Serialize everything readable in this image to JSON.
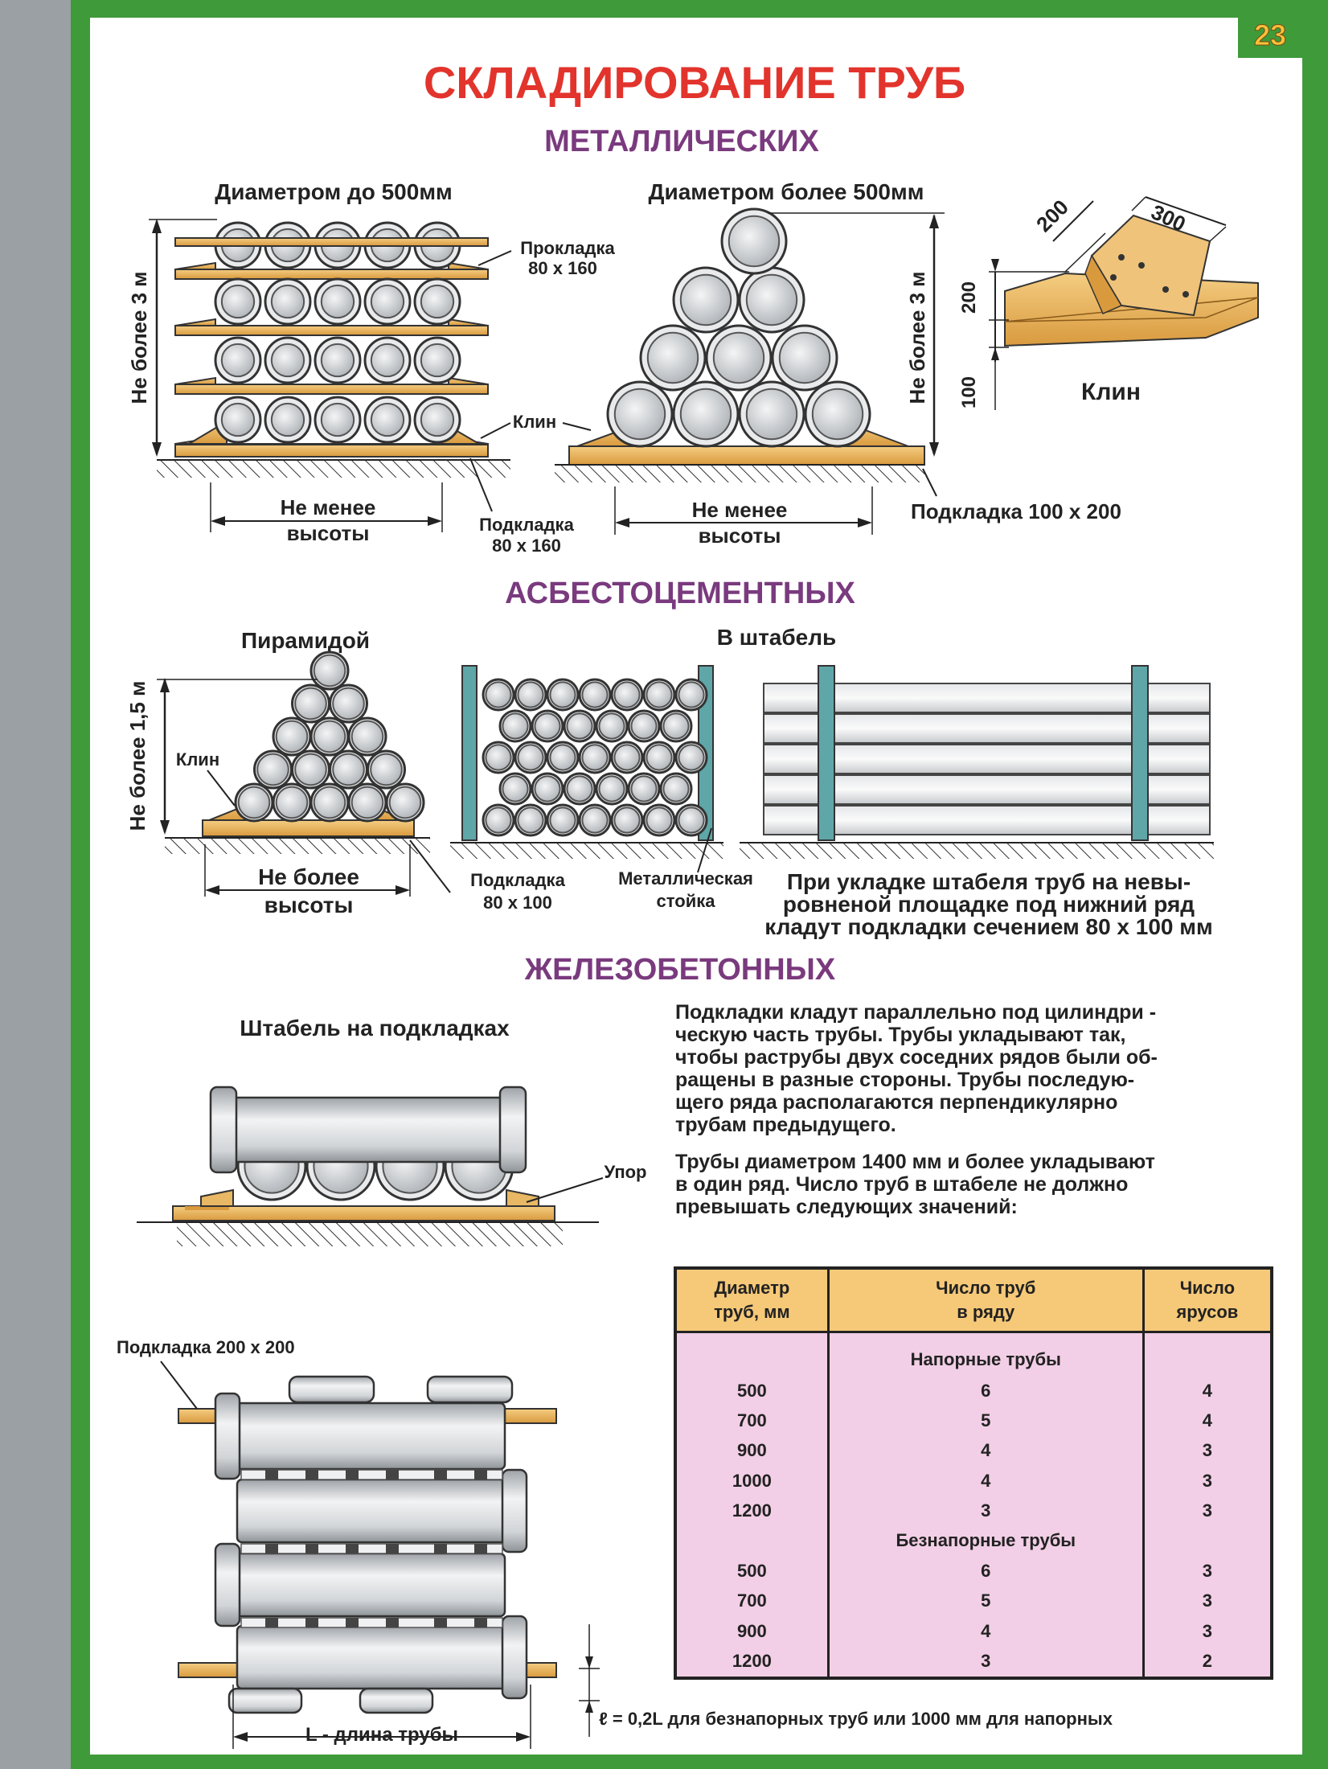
{
  "page_number": "23",
  "title": "СКЛАДИРОВАНИЕ ТРУБ",
  "sections": {
    "metal": {
      "heading": "МЕТАЛЛИЧЕСКИХ",
      "left_caption": "Диаметром до 500мм",
      "right_caption": "Диаметром более 500мм",
      "height_label": "Не более 3 м",
      "height_label_2": "Не более 3 м",
      "spacer_top_1": "Прокладка",
      "spacer_top_2": "80 x 160",
      "wedge_label": "Клин",
      "bottom_pad_1": "Подкладка",
      "bottom_pad_2": "80 x 160",
      "min_height_1": "Не менее",
      "min_height_2": "высоты",
      "min_height_b1": "Не менее",
      "min_height_b2": "высоты",
      "pad_large": "Подкладка 100 x 200",
      "wedge_detail": {
        "title": "Клин",
        "dim_200a": "200",
        "dim_300": "300",
        "dim_200b": "200",
        "dim_100": "100"
      }
    },
    "asbestos": {
      "heading": "АСБЕСТОЦЕМЕНТНЫХ",
      "pyramid_caption": "Пирамидой",
      "stack_caption": "В штабель",
      "height_label": "Не более 1,5 м",
      "wedge_label": "Клин",
      "max_height_1": "Не более",
      "max_height_2": "высоты",
      "pad_1": "Подкладка",
      "pad_2": "80 x 100",
      "post_1": "Металлическая",
      "post_2": "стойка",
      "note_lines": [
        "При укладке штабеля труб на невы-",
        "ровненой площадке под нижний ряд",
        "кладут подкладки сечением 80 x 100 мм"
      ]
    },
    "concrete": {
      "heading": "ЖЕЛЕЗОБЕТОННЫХ",
      "stack_caption": "Штабель на подкладках",
      "stop_label": "Упор",
      "pad_label": "Подкладка 200 x 200",
      "length_label": "L - длина трубы",
      "para1_lines": [
        "Подкладки кладут  параллельно под цилиндри -",
        "ческую часть трубы. Трубы укладывают так,",
        "чтобы раструбы двух соседних рядов были об-",
        "ращены  в  разные  стороны.  Трубы  последую-",
        "щего  ряда  располагаются  перпендикулярно",
        "трубам предыдущего."
      ],
      "para2_lines": [
        "Трубы диаметром 1400 мм и более укладывают",
        "в один ряд. Число труб в штабеле не должно",
        "превышать следующих значений:"
      ],
      "footnote": "ℓ = 0,2L для безнапорных труб или 1000 мм для напорных"
    }
  },
  "table": {
    "headers": [
      [
        "Диаметр",
        "труб, мм"
      ],
      [
        "Число труб",
        "в  ряду"
      ],
      [
        "Число",
        "ярусов"
      ]
    ],
    "groups": [
      {
        "name": "Напорные трубы",
        "rows": [
          [
            "500",
            "6",
            "4"
          ],
          [
            "700",
            "5",
            "4"
          ],
          [
            "900",
            "4",
            "3"
          ],
          [
            "1000",
            "4",
            "3"
          ],
          [
            "1200",
            "3",
            "3"
          ]
        ]
      },
      {
        "name": "Безнапорные трубы",
        "rows": [
          [
            "500",
            "6",
            "3"
          ],
          [
            "700",
            "5",
            "3"
          ],
          [
            "900",
            "4",
            "3"
          ],
          [
            "1200",
            "3",
            "2"
          ]
        ]
      }
    ]
  },
  "colors": {
    "green_frame": "#3f9a3a",
    "title_red": "#e2342c",
    "heading_purple": "#7a3a7e",
    "wood": "#e9b864",
    "pipe_outer": "#666",
    "pipe_fill": "#c8ccd0",
    "post": "#5fa6a8",
    "table_header": "#f6c978",
    "table_body": "#f2cfe6"
  }
}
